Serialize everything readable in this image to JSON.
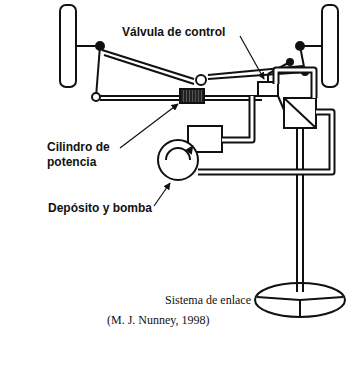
{
  "diagram": {
    "caption": "Sistema de enlace",
    "labels": [
      "Válvula de control",
      "Cilindro de potencia",
      "Depósito y bomba",
      "(M. J. Nunney, 1998)"
    ]
  }
}
